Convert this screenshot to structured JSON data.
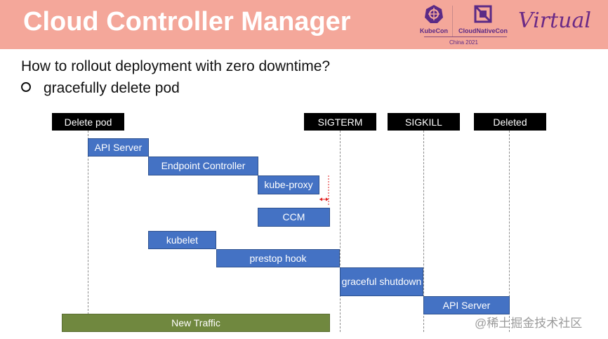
{
  "header": {
    "title": "Cloud Controller Manager",
    "logo_kubecon": "KubeCon",
    "logo_cncf": "CloudNativeCon",
    "logo_sub": "China 2021",
    "logo_virtual": "Virtual"
  },
  "content": {
    "headline": "How to rollout deployment with zero downtime?",
    "bullet": "gracefully delete pod"
  },
  "phases": {
    "delete_pod": "Delete pod",
    "sigterm": "SIGTERM",
    "sigkill": "SIGKILL",
    "deleted": "Deleted"
  },
  "steps": {
    "api_server_1": "API Server",
    "endpoint_controller": "Endpoint Controller",
    "kube_proxy": "kube-proxy",
    "ccm": "CCM",
    "kubelet": "kubelet",
    "prestop_hook": "prestop hook",
    "graceful_shutdown": "graceful shutdown",
    "api_server_2": "API Server",
    "new_traffic": "New Traffic"
  },
  "colors": {
    "header_bg": "#f4a79a",
    "step_blue": "#4472c4",
    "traffic_green": "#70883f",
    "phase_black": "#000000",
    "gap_red": "#e02020"
  },
  "watermark": "@稀土掘金技术社区"
}
